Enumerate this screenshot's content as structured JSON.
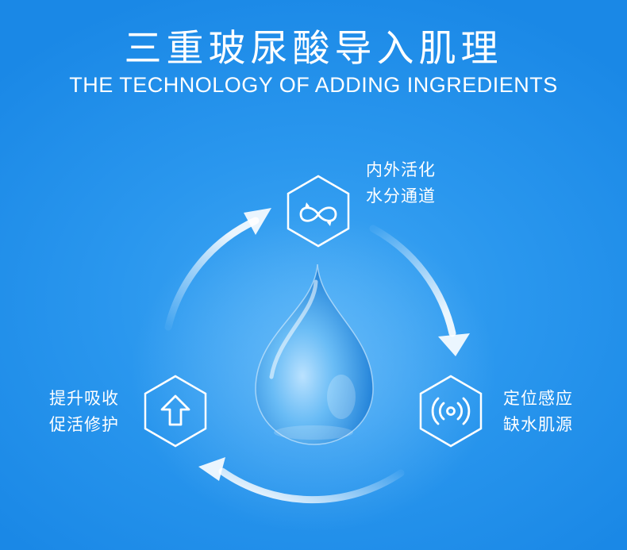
{
  "header": {
    "title": "三重玻尿酸导入肌理",
    "subtitle": "THE TECHNOLOGY OF ADDING INGREDIENTS"
  },
  "features": [
    {
      "icon": "infinity-loop-icon",
      "line1": "内外活化",
      "line2": "水分通道"
    },
    {
      "icon": "signal-sense-icon",
      "line1": "定位感应",
      "line2": "缺水肌源"
    },
    {
      "icon": "up-arrow-icon",
      "line1": "提升吸收",
      "line2": "促活修护"
    }
  ],
  "colors": {
    "background": "#2a97ee",
    "accent": "#ffffff",
    "drop": "#7fc4f5"
  }
}
